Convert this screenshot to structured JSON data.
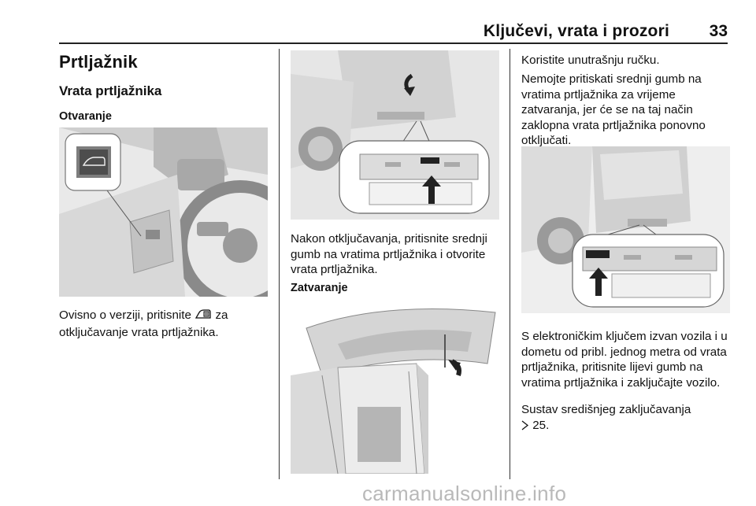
{
  "header": {
    "title": "Ključevi, vrata i prozori",
    "page_number": "33"
  },
  "col1": {
    "section_title": "Prtljažnik",
    "subsection_title": "Vrata prtljažnika",
    "minor_title": "Otvaranje",
    "para_before_icon": "Ovisno o verziji, pritisnite",
    "para_icon": "trunk-open-icon",
    "para_after_icon": "za otključavanje vrata prtljažnika."
  },
  "col2": {
    "para1": "Nakon otključavanja, pritisnite srednji gumb na vratima prtljažnika i otvorite vrata prtljažnika.",
    "minor_title": "Zatvaranje"
  },
  "col3": {
    "para1": "Koristite unutrašnju ručku.",
    "para2": "Nemojte pritiskati srednji gumb na vratima prtljažnika za vrijeme zatvaranja, jer će se na taj način zaklopna vrata prtljažnika ponovno otključati.",
    "para3": "S elektroničkim ključem izvan vozila i u dometu od pribl. jednog metra od vrata prtljažnika, pritisnite lijevi gumb na vratima prtljažnika i zaključajte vozilo.",
    "para4_text": "Sustav središnjeg zaključavanja",
    "para4_ref_icon": "reference-arrow-icon",
    "para4_ref": "25."
  },
  "watermark": "carmanualsonline.info"
}
